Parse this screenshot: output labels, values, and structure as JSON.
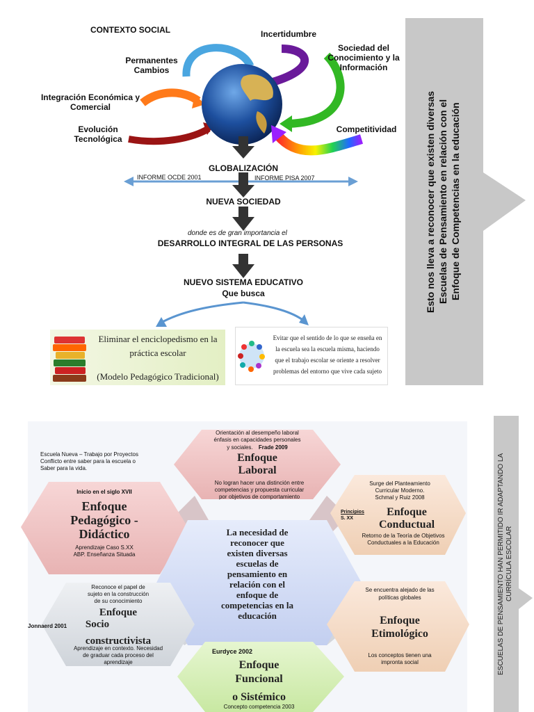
{
  "top": {
    "title": "CONTEXTO SOCIAL",
    "factors": {
      "incertidumbre": "Incertidumbre",
      "permanentes": "Permanentes\nCambios",
      "sociedad": "Sociedad del\nConocimiento y la\nInformación",
      "integracion": "Integración Económica y\nComercial",
      "evolucion": "Evolución\nTecnológica",
      "competitividad": "Competitividad"
    },
    "globalizacion": "GLOBALIZACIÓN",
    "informe_ocde": "INFORME OCDE  2001",
    "informe_pisa": "INFORME PISA 2007",
    "nueva_sociedad": "NUEVA SOCIEDAD",
    "donde": "donde es de gran importancia el",
    "desarrollo": "DESARROLLO INTEGRAL DE LAS PERSONAS",
    "nuevo_sistema": "NUEVO SISTEMA EDUCATIVO",
    "que_busca": "Que busca",
    "box_left": "Eliminar el enciclopedismo en la práctica escolar\n(Modelo Pedagógico Tradicional)",
    "box_left_line1": "Eliminar el enciclopedismo en la",
    "box_left_line2": "práctica escolar",
    "box_left_line3": "(Modelo Pedagógico Tradicional)",
    "box_right_l1": "Evitar que el sentido de lo que se enseña en",
    "box_right_l2": "la escuela sea la escuela misma,  haciendo",
    "box_right_l3": "que el trabajo escolar se oriente a resolver",
    "box_right_l4": "problemas del entorno que vive cada sujeto",
    "side_arrow_text_1": "Esto nos lleva a reconocer que existen diversas",
    "side_arrow_text_2": "Escuelas de Pensamiento en relación con el",
    "side_arrow_text_3": "Enfoque de Competencias en la educación"
  },
  "bottom": {
    "intro_1": "Escuela Nueva – Trabajo por Proyectos",
    "intro_2": "Conflicto entre saber para la escuela o",
    "intro_3": "Saber para la vida.",
    "laboral": {
      "note_1": "Orientación al desempeño laboral",
      "note_2": "énfasis en capacidades personales",
      "note_3": "y sociales.",
      "author": "Frade 2009",
      "title_1": "Enfoque",
      "title_2": "Laboral",
      "desc_1": "No logran hacer una distinción entre",
      "desc_2": "competencias y propuesta curricular",
      "desc_3": "por objetivos de comportamiento"
    },
    "pedagogico": {
      "note": "Inicio en el siglo XVII",
      "title_1": "Enfoque",
      "title_2": "Pedagógico -",
      "title_3": "Didáctico",
      "desc_1": "Aprendizaje Caso S.XX",
      "desc_2": "ABP. Enseñanza Situada"
    },
    "conductual": {
      "note_1": "Surge del Planteamiento",
      "note_2": "Curricular Moderno.",
      "note_3": "Schmal y Ruiz 2008",
      "principio": "Principios",
      "sxx": "S. XX",
      "title_1": "Enfoque",
      "title_2": "Conductual",
      "desc_1": "Retorno de la Teoría de Objetivos",
      "desc_2": "Conductuales a la Educación"
    },
    "center": {
      "l1": "La necesidad de",
      "l2": "reconocer que",
      "l3": "existen diversas",
      "l4": "escuelas de",
      "l5": "pensamiento en",
      "l6": "relación con el",
      "l7": "enfoque de",
      "l8": "competencias en la",
      "l9": "educación"
    },
    "socio": {
      "note_1": "Reconoce el papel de",
      "note_2": "sujeto en la construcción",
      "note_3": "de su conocimiento",
      "author": "Jonnaerd 2001",
      "title_1": "Enfoque",
      "title_2": "Socio",
      "title_3": "constructivista",
      "desc_1": "Aprendizaje en contexto. Necesidad",
      "desc_2": "de graduar cada proceso del",
      "desc_3": "aprendizaje"
    },
    "etimologico": {
      "note_1": "Se encuentra alejado de las",
      "note_2": "políticas globales",
      "title_1": "Enfoque",
      "title_2": "Etimológico",
      "desc_1": "Los conceptos tienen una",
      "desc_2": "impronta social"
    },
    "funcional": {
      "note": "Eurdyce  2002",
      "title_1": "Enfoque",
      "title_2": "Funcional",
      "title_3": "o Sistémico",
      "desc": "Concepto competencia 2003"
    },
    "side_text_1": "ESCUELAS DE PENSAMIENTO HAN PERMITIDO IR ADAPTANDO LA",
    "side_text_2": "CURRÍCULA ESCOLAR"
  }
}
